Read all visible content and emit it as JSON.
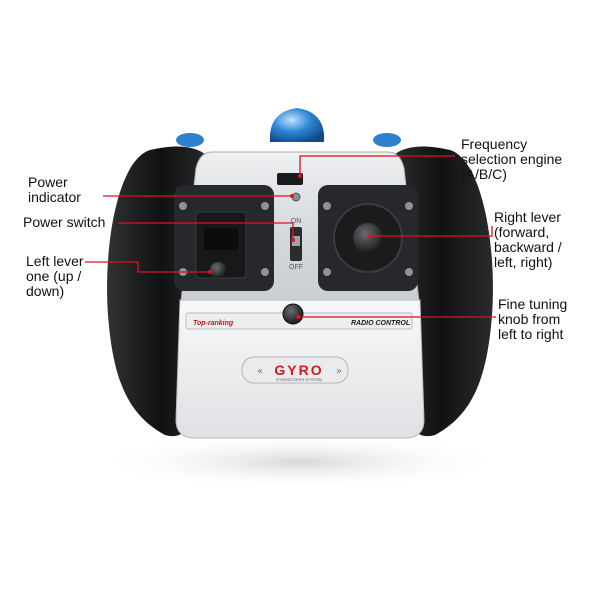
{
  "labels": {
    "power_indicator": "Power\nindicator",
    "power_switch": "Power switch",
    "left_lever": "Left lever\none (up /\ndown)",
    "frequency": "Frequency\nselection engine\n(A/B/C)",
    "right_lever": "Right lever\n(forward,\nbackward /\nleft, right)",
    "fine_tuning": "Fine tuning\nknob from\nleft to right"
  },
  "device": {
    "brand": "GYRO",
    "subtitle": "GYROSCOPES SYSTEM",
    "left_strip": "Top-ranking",
    "right_strip": "RADIO CONTROL",
    "switch_top": "ON",
    "switch_bottom": "OFF"
  },
  "colors": {
    "callout_line": "#e0121e",
    "grip": "#161616",
    "body": "#d8dadc",
    "panel": "#26282b",
    "antenna": "#2a7fd0",
    "brand_red": "#d21a1a"
  }
}
